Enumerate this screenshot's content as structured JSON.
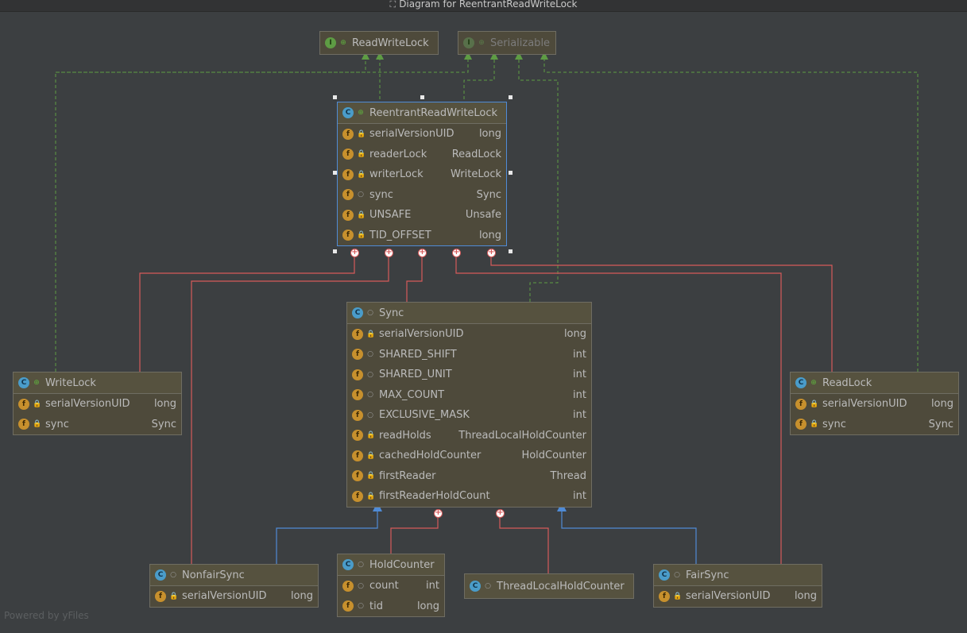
{
  "window": {
    "title": "Diagram for ReentrantReadWriteLock",
    "title_icon": "diagram-icon"
  },
  "footer": "Powered by yFiles",
  "interfaces": [
    {
      "name": "ReadWriteLock",
      "icon": "I"
    },
    {
      "name": "Serializable",
      "icon": "I"
    }
  ],
  "rrwl": {
    "name": "ReentrantReadWriteLock",
    "icon": "C",
    "fields": [
      {
        "name": "serialVersionUID",
        "type": "long"
      },
      {
        "name": "readerLock",
        "type": "ReadLock"
      },
      {
        "name": "writerLock",
        "type": "WriteLock"
      },
      {
        "name": "sync",
        "type": "Sync"
      },
      {
        "name": "UNSAFE",
        "type": "Unsafe"
      },
      {
        "name": "TID_OFFSET",
        "type": "long"
      }
    ]
  },
  "sync": {
    "name": "Sync",
    "icon": "C",
    "fields": [
      {
        "name": "serialVersionUID",
        "type": "long"
      },
      {
        "name": "SHARED_SHIFT",
        "type": "int"
      },
      {
        "name": "SHARED_UNIT",
        "type": "int"
      },
      {
        "name": "MAX_COUNT",
        "type": "int"
      },
      {
        "name": "EXCLUSIVE_MASK",
        "type": "int"
      },
      {
        "name": "readHolds",
        "type": "ThreadLocalHoldCounter"
      },
      {
        "name": "cachedHoldCounter",
        "type": "HoldCounter"
      },
      {
        "name": "firstReader",
        "type": "Thread"
      },
      {
        "name": "firstReaderHoldCount",
        "type": "int"
      }
    ]
  },
  "writelock": {
    "name": "WriteLock",
    "icon": "C",
    "fields": [
      {
        "name": "serialVersionUID",
        "type": "long"
      },
      {
        "name": "sync",
        "type": "Sync"
      }
    ]
  },
  "readlock": {
    "name": "ReadLock",
    "icon": "C",
    "fields": [
      {
        "name": "serialVersionUID",
        "type": "long"
      },
      {
        "name": "sync",
        "type": "Sync"
      }
    ]
  },
  "nonfair": {
    "name": "NonfairSync",
    "icon": "C",
    "fields": [
      {
        "name": "serialVersionUID",
        "type": "long"
      }
    ]
  },
  "holdcounter": {
    "name": "HoldCounter",
    "icon": "C",
    "fields": [
      {
        "name": "count",
        "type": "int"
      },
      {
        "name": "tid",
        "type": "long"
      }
    ]
  },
  "tlhc": {
    "name": "ThreadLocalHoldCounter",
    "icon": "C"
  },
  "fairsync": {
    "name": "FairSync",
    "icon": "C",
    "fields": [
      {
        "name": "serialVersionUID",
        "type": "long"
      }
    ]
  },
  "colors": {
    "background": "#3c3f41",
    "node": "#4e4a3b",
    "implements_edge": "#5e9c44",
    "extends_edge": "#4f8bd6",
    "inner_edge": "#d65a5a",
    "selection": "#4f8bd6"
  }
}
